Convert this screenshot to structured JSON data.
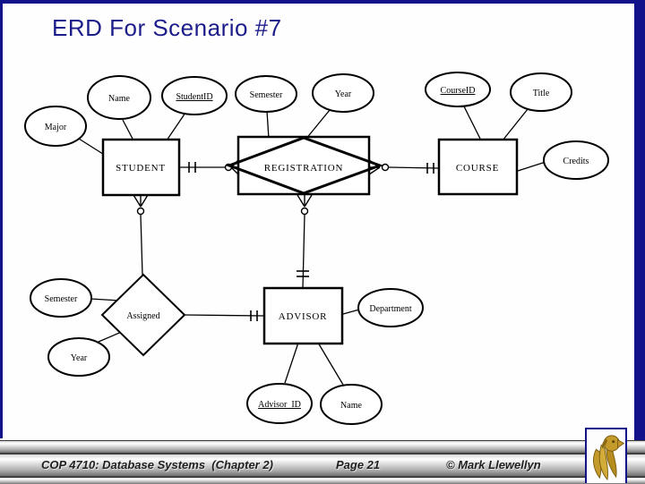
{
  "slide": {
    "title": "ERD For Scenario #7"
  },
  "diagram": {
    "entities": {
      "student": "STUDENT",
      "registration": "REGISTRATION",
      "course": "COURSE",
      "advisor": "ADVISOR"
    },
    "relationships": {
      "assigned": "Assigned"
    },
    "attributes": {
      "major": "Major",
      "student_name": "Name",
      "student_id": "StudentID",
      "reg_semester": "Semester",
      "reg_year": "Year",
      "course_id": "CourseID",
      "course_title": "Title",
      "credits": "Credits",
      "assigned_semester": "Semester",
      "assigned_year": "Year",
      "department": "Department",
      "advisor_id": "Advisor_ID",
      "advisor_name": "Name"
    },
    "underlined_keys": [
      "StudentID",
      "CourseID",
      "Advisor_ID"
    ]
  },
  "footer": {
    "course": "COP 4710: Database Systems  (Chapter 2)",
    "page": "Page 21",
    "copyright": "© Mark Llewellyn"
  },
  "colors": {
    "accent_navy": "#12128a",
    "title_navy": "#1c1c8a",
    "logo_gold": "#c49a2a",
    "footer_text": "#1f1f1f"
  }
}
